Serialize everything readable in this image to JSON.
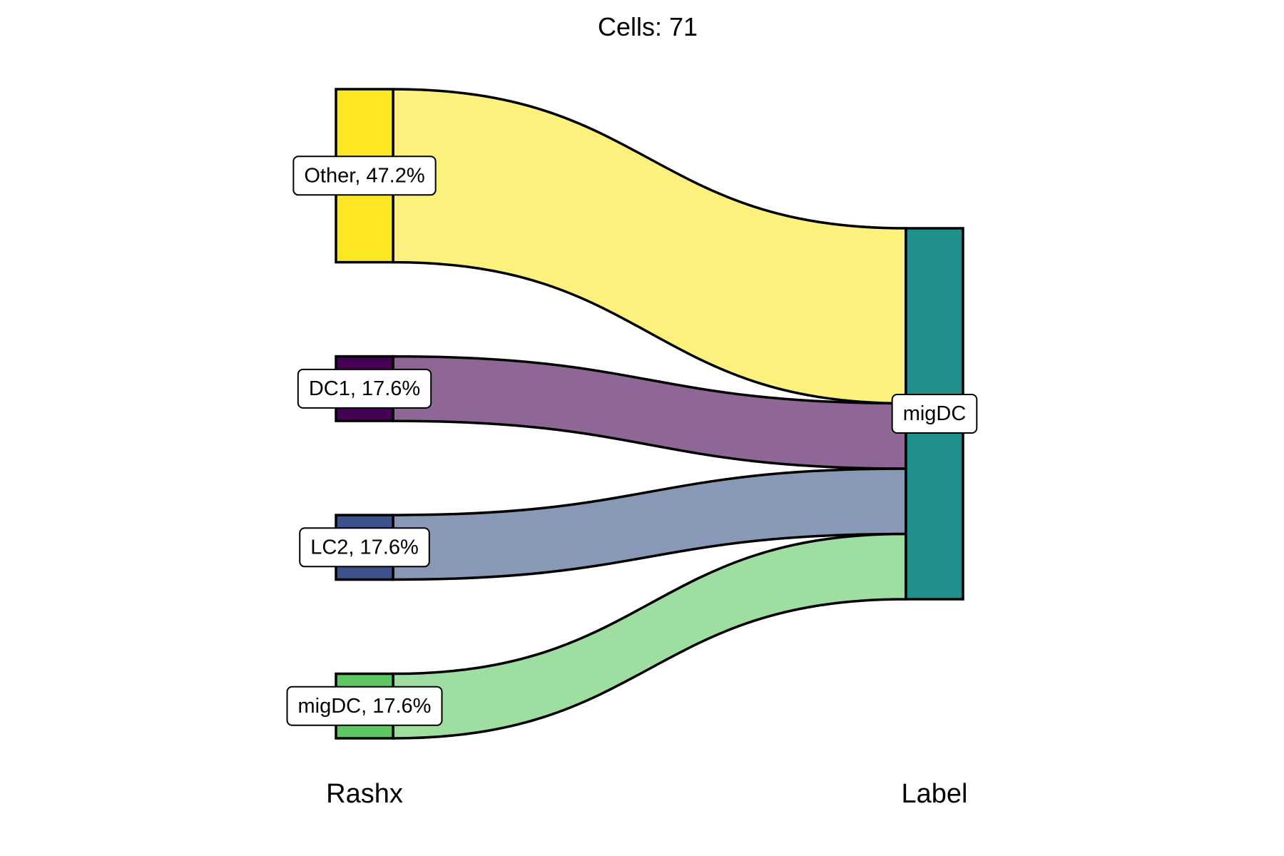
{
  "chart_data": {
    "type": "alluvial",
    "title": "Cells:  71",
    "axes": [
      {
        "label": "Rashx"
      },
      {
        "label": "Label"
      }
    ],
    "left_strata": [
      {
        "name": "Other",
        "label": "Other, 47.2%",
        "percent": 47.2,
        "color": "#FDE725"
      },
      {
        "name": "DC1",
        "label": "DC1, 17.6%",
        "percent": 17.6,
        "color": "#440154"
      },
      {
        "name": "LC2",
        "label": "LC2, 17.6%",
        "percent": 17.6,
        "color": "#3B528B"
      },
      {
        "name": "migDC",
        "label": "migDC, 17.6%",
        "percent": 17.6,
        "color": "#5DC863"
      }
    ],
    "right_strata": [
      {
        "name": "migDC",
        "label": "migDC",
        "color": "#21908C"
      }
    ],
    "flows": [
      {
        "from": "Other",
        "to": "migDC",
        "percent": 47.2,
        "color": "#FDF17E"
      },
      {
        "from": "DC1",
        "to": "migDC",
        "percent": 17.6,
        "color": "#8F6796"
      },
      {
        "from": "LC2",
        "to": "migDC",
        "percent": 17.6,
        "color": "#8A98B8"
      },
      {
        "from": "migDC",
        "to": "migDC",
        "percent": 17.6,
        "color": "#9EDFA1"
      }
    ]
  }
}
